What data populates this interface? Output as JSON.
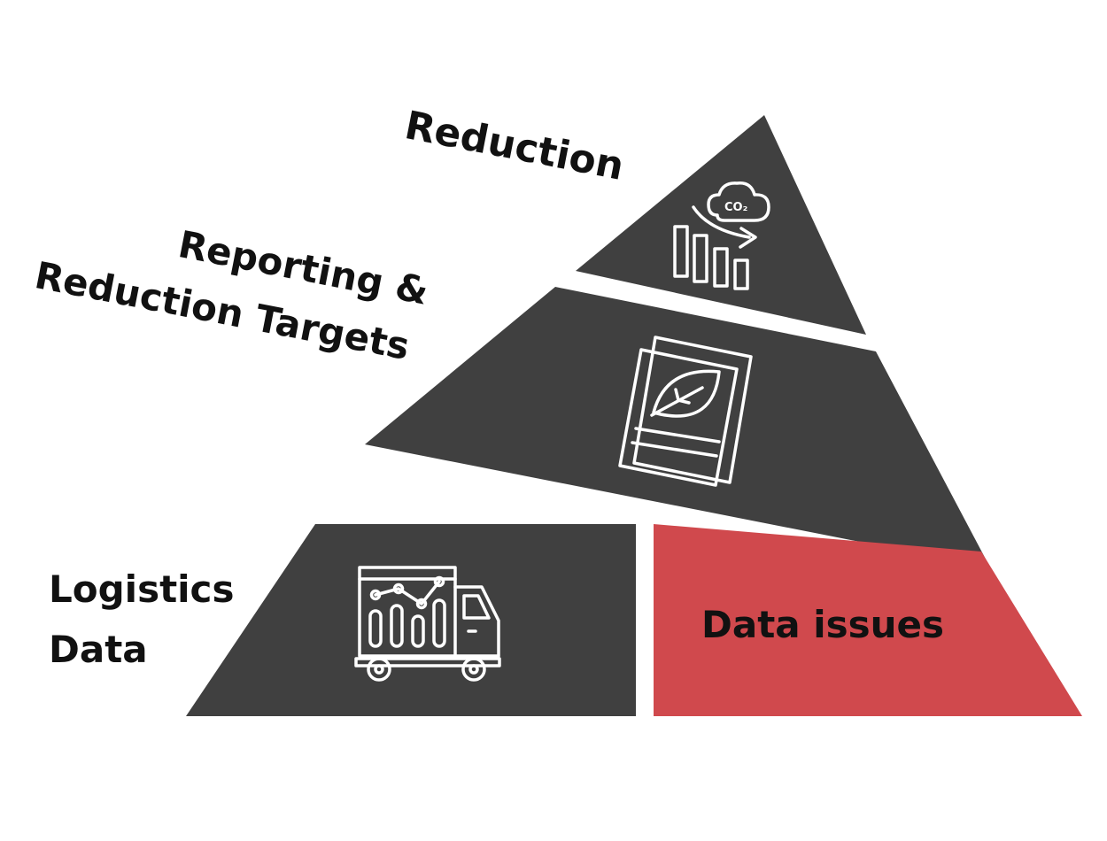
{
  "diagram": {
    "tiers": [
      {
        "label": "Reduction",
        "icon": "co2-reduction-chart-icon",
        "icon_text": "CO₂"
      },
      {
        "label_lines": [
          "Reporting &",
          "Reduction Targets"
        ],
        "icon": "eco-report-leaf-icon"
      },
      {
        "label_lines": [
          "Logistics",
          "Data"
        ],
        "icon": "truck-analytics-icon"
      }
    ],
    "highlight": {
      "label": "Data issues"
    }
  },
  "colors": {
    "tier_fill": "#404040",
    "highlight_fill": "#d0494d",
    "icon_stroke": "#ffffff",
    "text": "#111111"
  }
}
